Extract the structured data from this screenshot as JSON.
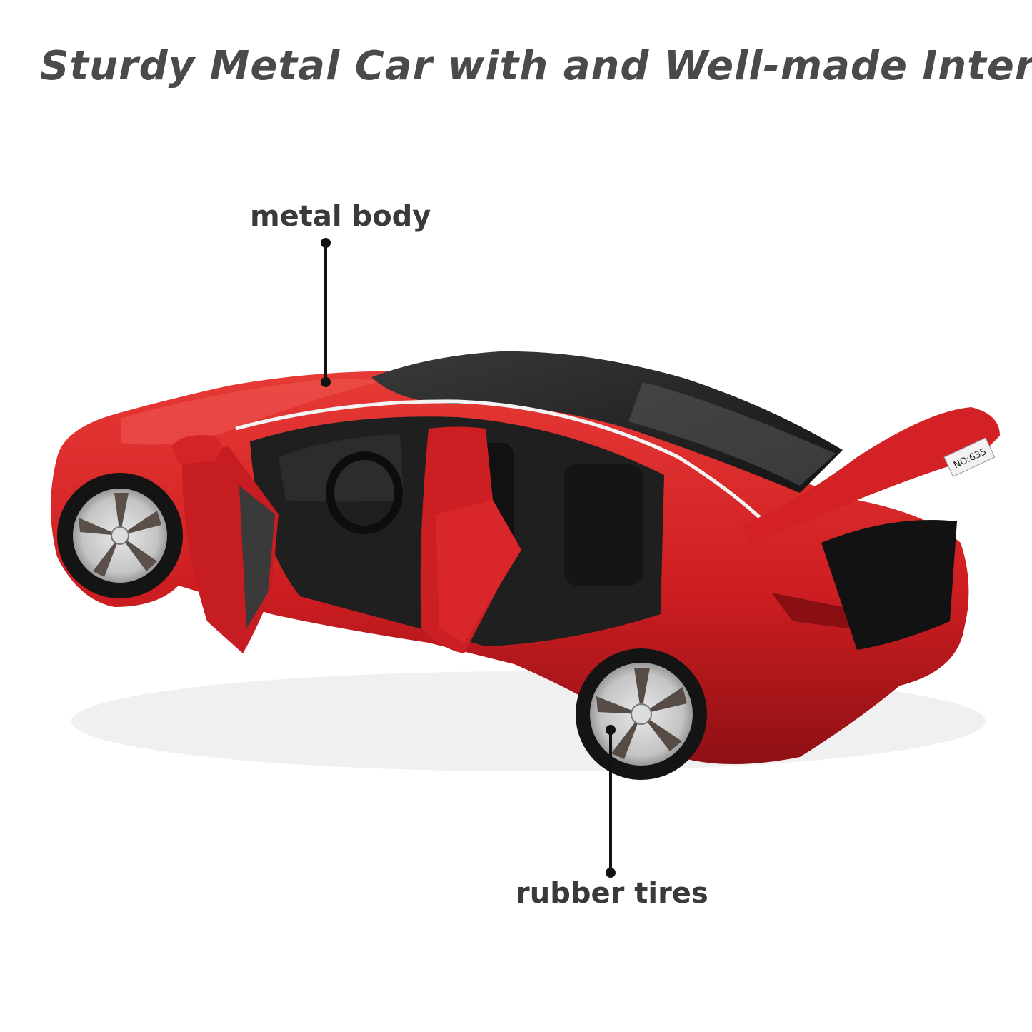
{
  "headline": "Sturdy Metal Car with and Well-made Interiors",
  "callouts": {
    "metal_body": "metal body",
    "rubber_tires": "rubber tires"
  },
  "plate_text": "NO:635",
  "colors": {
    "headline_text": "#4a4a4a",
    "label_text": "#3a3a3a",
    "body_red": "#cf1e22",
    "roof_black": "#1b1b1b",
    "interior_black": "#222222",
    "rim_silver": "#c9c9c9",
    "leader_line": "#111111"
  }
}
